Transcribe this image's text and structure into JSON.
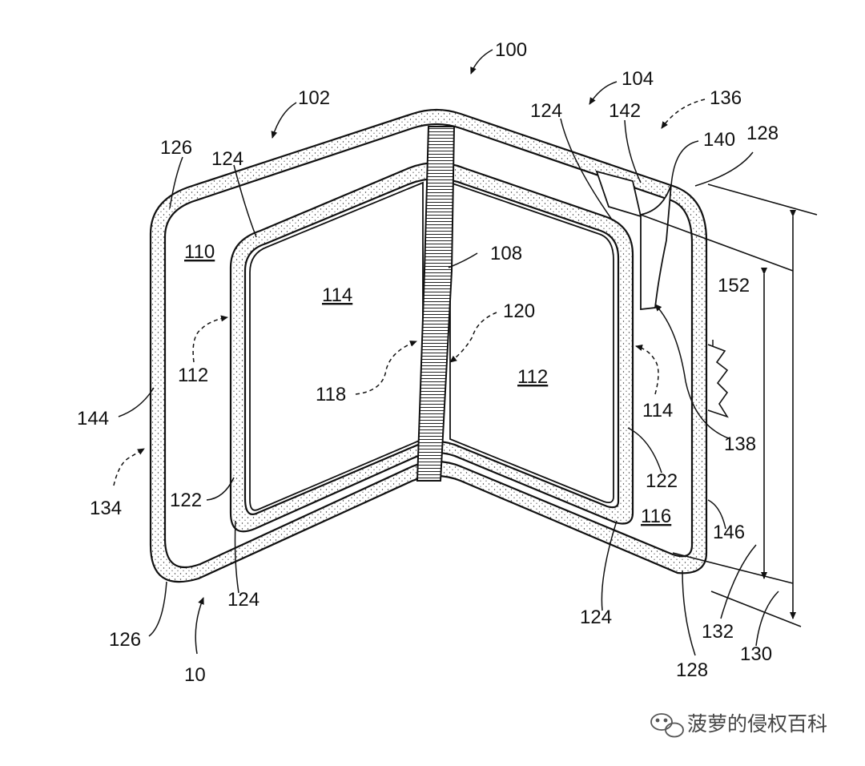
{
  "figure": {
    "labels": {
      "l100": "100",
      "l102": "102",
      "l104": "104",
      "l136": "136",
      "l124_top_right": "124",
      "l142": "142",
      "l140": "140",
      "l128_top": "128",
      "l126_top": "126",
      "l124_top_left": "124",
      "l110": "110",
      "l114_panel": "114",
      "l108": "108",
      "l120": "120",
      "l112_left": "112",
      "l118": "118",
      "l112_panel": "112",
      "l114_right": "114",
      "l152": "152",
      "l138": "138",
      "l144": "144",
      "l134": "134",
      "l122_left": "122",
      "l122_right": "122",
      "l116": "116",
      "l146": "146",
      "l124_bottom_left": "124",
      "l124_bottom_right": "124",
      "l126_bottom": "126",
      "l10": "10",
      "l128_bottom": "128",
      "l132": "132",
      "l130": "130"
    }
  },
  "watermark": {
    "icon": "wechat-icon",
    "text": "菠萝的侵权百科"
  }
}
